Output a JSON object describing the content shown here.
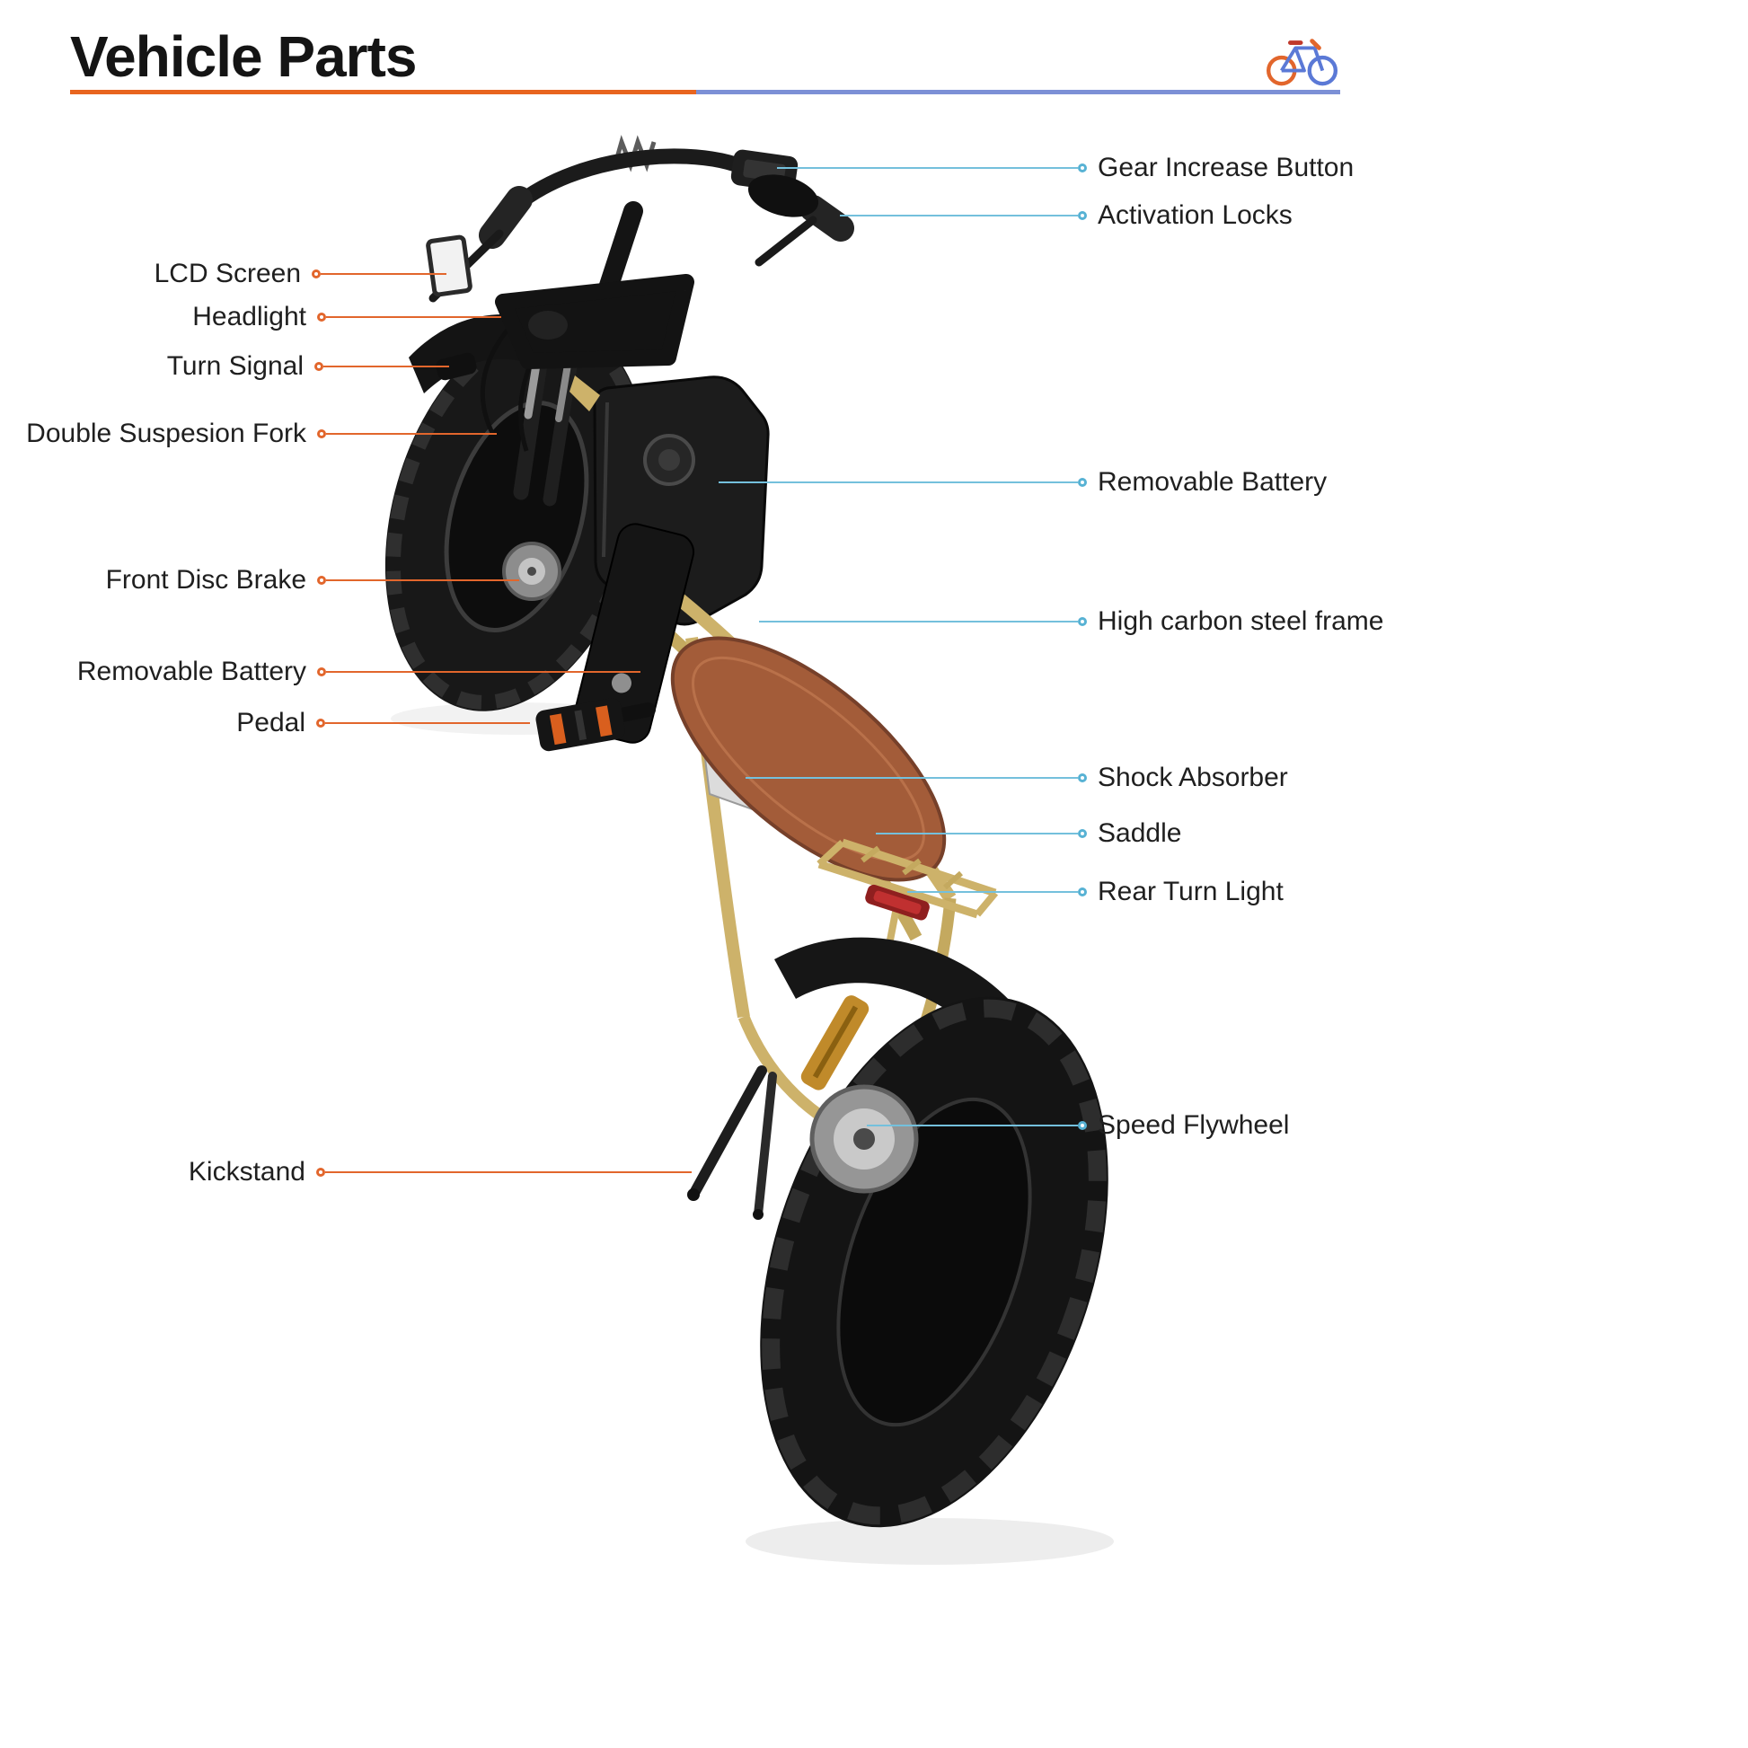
{
  "header": {
    "title": "Vehicle Parts",
    "icon": "bicycle-icon"
  },
  "colors": {
    "accent_orange": "#E8651F",
    "accent_blue": "#7C90D6",
    "callout_orange": "#E2662C",
    "callout_cyan": "#57B2D4",
    "frame_khaki": "#CDB26A",
    "saddle_brown": "#A35C39"
  },
  "callouts": {
    "left": [
      {
        "text": "LCD Screen"
      },
      {
        "text": "Headlight"
      },
      {
        "text": "Turn Signal"
      },
      {
        "text": "Double Suspesion Fork"
      },
      {
        "text": "Front Disc Brake"
      },
      {
        "text": "Removable Battery"
      },
      {
        "text": "Pedal"
      },
      {
        "text": "Kickstand"
      }
    ],
    "right": [
      {
        "text": "Gear Increase Button"
      },
      {
        "text": "Activation Locks"
      },
      {
        "text": "Removable Battery"
      },
      {
        "text": "High carbon steel frame"
      },
      {
        "text": "Shock Absorber"
      },
      {
        "text": "Saddle"
      },
      {
        "text": "Rear Turn Light"
      },
      {
        "text": "Speed Flywheel"
      }
    ]
  }
}
